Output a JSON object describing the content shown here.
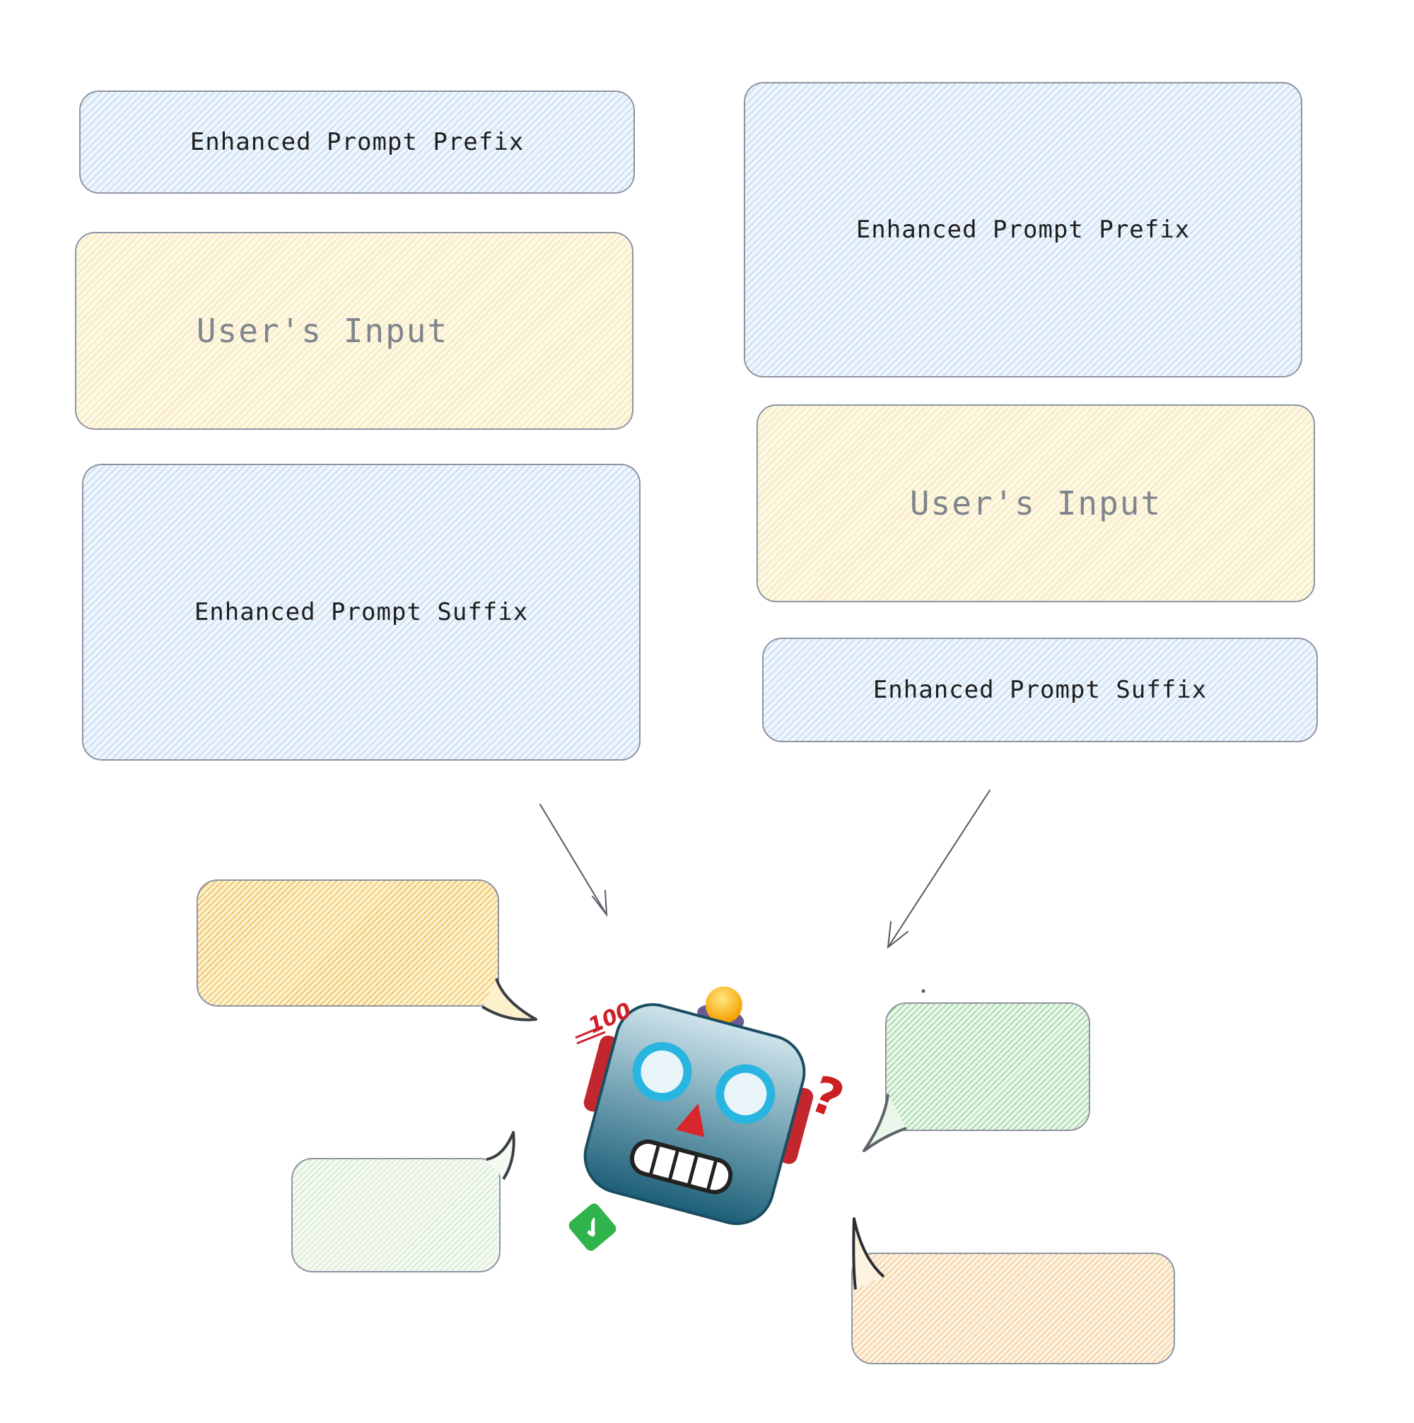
{
  "left_stack": {
    "prefix": "Enhanced Prompt Prefix",
    "input": "User's Input",
    "suffix": "Enhanced Prompt Suffix"
  },
  "right_stack": {
    "prefix": "Enhanced Prompt Prefix",
    "input": "User's Input",
    "suffix": "Enhanced Prompt Suffix"
  },
  "decorations": {
    "badge_text": "100",
    "question_mark": "?",
    "check_mark": "✔",
    "robot_icon": "robot-face-icon"
  },
  "colors": {
    "prefix_suffix_fill": "#eef5fc",
    "input_fill": "#fdf8e6",
    "stroke": "#8e95a2"
  }
}
